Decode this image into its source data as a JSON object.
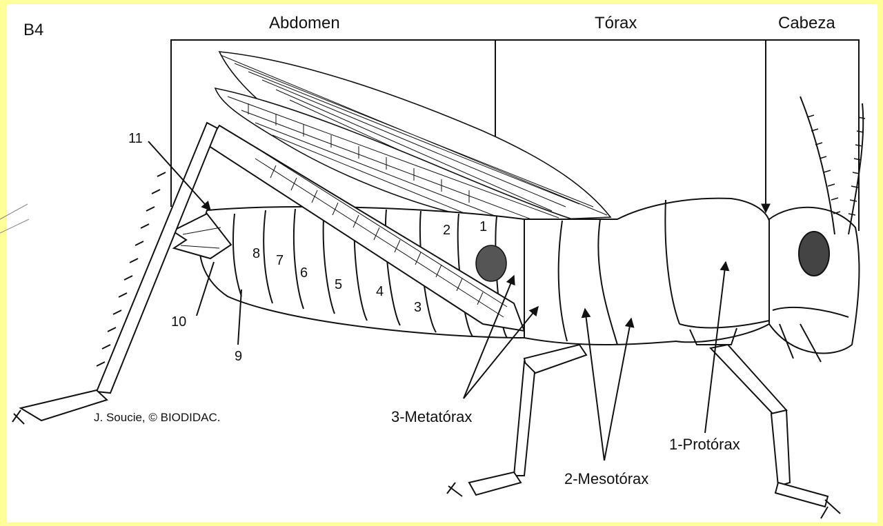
{
  "figure_id": "B4",
  "regions": {
    "abdomen": "Abdomen",
    "torax": "Tórax",
    "cabeza": "Cabeza"
  },
  "segments": [
    "1",
    "2",
    "3",
    "4",
    "5",
    "6",
    "7",
    "8",
    "9",
    "10",
    "11"
  ],
  "thorax_parts": {
    "prothorax": "1-Protórax",
    "mesothorax": "2-Mesotórax",
    "metathorax": "3-Metatórax"
  },
  "credit": "J. Soucie, © BIODIDAC."
}
